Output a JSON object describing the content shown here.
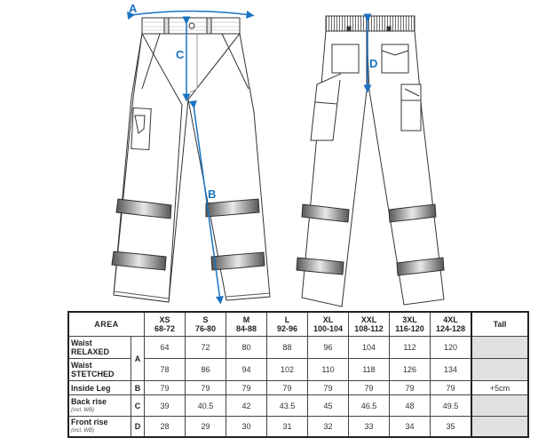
{
  "diagram": {
    "front_view": {
      "labels": {
        "A": "A",
        "B": "B",
        "C": "C"
      }
    },
    "back_view": {
      "labels": {
        "D": "D"
      }
    },
    "colors": {
      "measure_line": "#1a73c0",
      "outline": "#333333",
      "reflective_band": "#6b6b6b"
    }
  },
  "table": {
    "area_header": "AREA",
    "tall_header": "Tall",
    "sizes": [
      {
        "size": "XS",
        "range": "68-72"
      },
      {
        "size": "S",
        "range": "76-80"
      },
      {
        "size": "M",
        "range": "84-88"
      },
      {
        "size": "L",
        "range": "92-96"
      },
      {
        "size": "XL",
        "range": "100-104"
      },
      {
        "size": "XXL",
        "range": "108-112"
      },
      {
        "size": "3XL",
        "range": "116-120"
      },
      {
        "size": "4XL",
        "range": "124-128"
      }
    ],
    "rows": [
      {
        "label": "Waist",
        "label2": "RELAXED",
        "letter": "A",
        "values": [
          "64",
          "72",
          "80",
          "88",
          "96",
          "104",
          "112",
          "120"
        ],
        "tall": ""
      },
      {
        "label": "Waist",
        "label2": "STETCHED",
        "letter": "",
        "values": [
          "78",
          "86",
          "94",
          "102",
          "110",
          "118",
          "126",
          "134"
        ],
        "tall": ""
      },
      {
        "label": "Inside Leg",
        "label2": "",
        "letter": "B",
        "values": [
          "79",
          "79",
          "79",
          "79",
          "79",
          "79",
          "79",
          "79"
        ],
        "tall": "+5cm"
      },
      {
        "label": "Back rise",
        "label2": "(incl. WB)",
        "letter": "C",
        "values": [
          "39",
          "40.5",
          "42",
          "43.5",
          "45",
          "46.5",
          "48",
          "49.5"
        ],
        "tall": ""
      },
      {
        "label": "Front rise",
        "label2": "(incl. WB)",
        "letter": "D",
        "values": [
          "28",
          "29",
          "30",
          "31",
          "32",
          "33",
          "34",
          "35"
        ],
        "tall": ""
      }
    ]
  }
}
